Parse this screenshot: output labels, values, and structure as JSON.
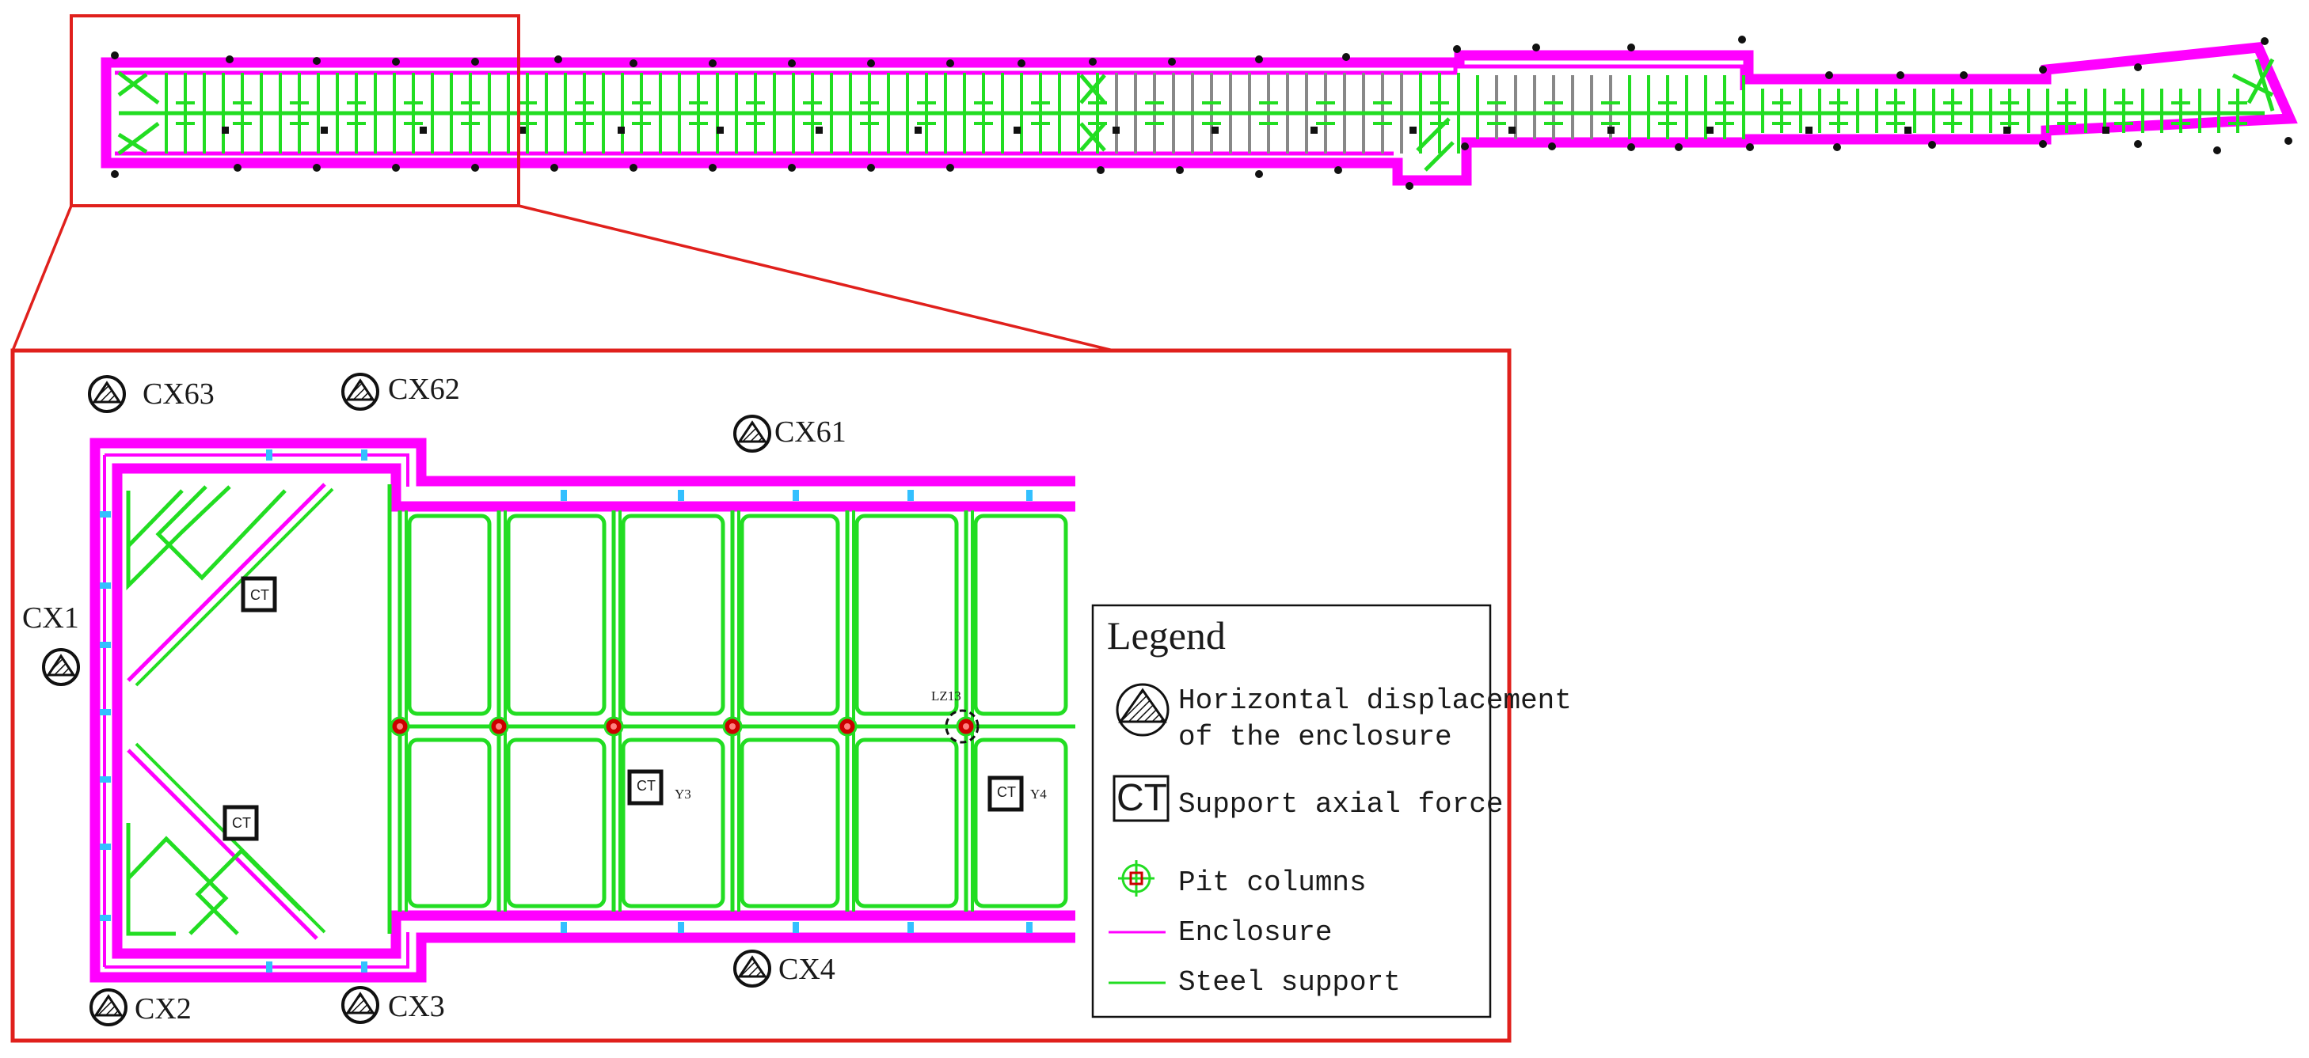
{
  "colors": {
    "enclosure": "#ff00ff",
    "steel_support": "#22dd22",
    "frame": "#e0201c",
    "sensor_dot": "#33c0ff",
    "column": "#cc0000",
    "ink": "#111111"
  },
  "detail": {
    "monitor_points": [
      "CX63",
      "CX62",
      "CX61",
      "CX1",
      "CX2",
      "CX3",
      "CX4"
    ],
    "axial_force_labels": [
      "CT",
      "CT",
      "CT",
      "CT"
    ],
    "axial_force_ids": [
      "Y3",
      "Y4"
    ],
    "pit_column_label": "LZ13"
  },
  "legend": {
    "title": "Legend",
    "items": [
      {
        "symbol": "displacement-icon",
        "label_line1": "Horizontal displacement",
        "label_line2": "of the enclosure"
      },
      {
        "symbol": "ct-icon",
        "symbol_text": "CT",
        "label_line1": "Support axial force"
      },
      {
        "symbol": "pit-column-icon",
        "label_line1": "Pit columns"
      },
      {
        "symbol": "magenta-line",
        "label_line1": "Enclosure"
      },
      {
        "symbol": "green-line",
        "label_line1": "Steel support"
      }
    ]
  }
}
